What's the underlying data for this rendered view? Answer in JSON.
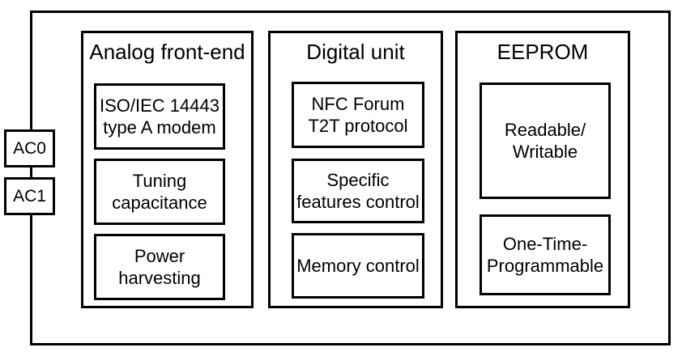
{
  "diagram": {
    "colors": {
      "line": "#000000",
      "background": "#ffffff",
      "text": "#000000"
    },
    "pins": [
      {
        "label": "AC0"
      },
      {
        "label": "AC1"
      }
    ],
    "sections": [
      {
        "title": "Analog front-end",
        "blocks": [
          {
            "label": "ISO/IEC 14443\ntype A modem"
          },
          {
            "label": "Tuning\ncapacitance"
          },
          {
            "label": "Power\nharvesting"
          }
        ]
      },
      {
        "title": "Digital unit",
        "blocks": [
          {
            "label": "NFC Forum\nT2T protocol"
          },
          {
            "label": "Specific\nfeatures control"
          },
          {
            "label": "Memory control"
          }
        ]
      },
      {
        "title": "EEPROM",
        "blocks": [
          {
            "label": "Readable/\nWritable"
          },
          {
            "label": "One-Time-\nProgrammable"
          }
        ]
      }
    ]
  }
}
